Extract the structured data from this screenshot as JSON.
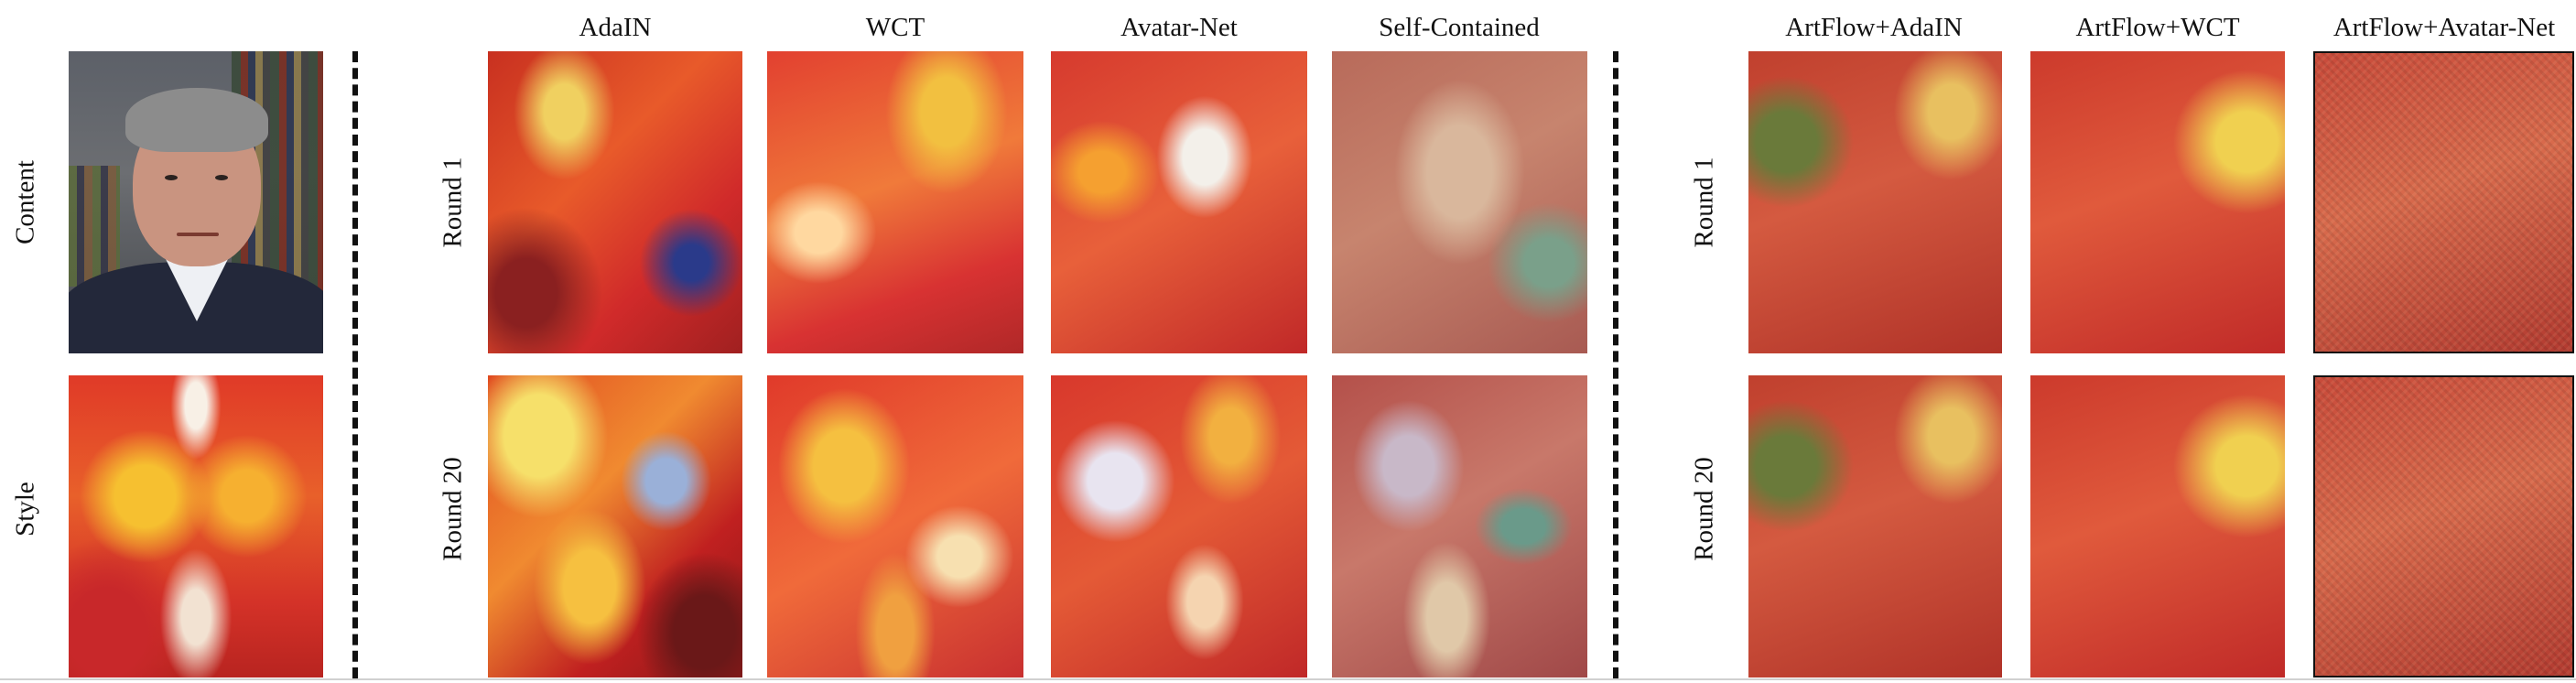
{
  "figure": {
    "left_panel": {
      "row_labels": [
        "Content",
        "Style"
      ]
    },
    "middle_panel": {
      "column_labels": [
        "AdaIN",
        "WCT",
        "Avatar-Net",
        "Self-Contained"
      ],
      "row_labels": [
        "Round 1",
        "Round 20"
      ]
    },
    "right_panel": {
      "column_labels": [
        "ArtFlow+AdaIN",
        "ArtFlow+WCT",
        "ArtFlow+Avatar-Net"
      ],
      "row_labels": [
        "Round 1",
        "Round 20"
      ]
    }
  }
}
